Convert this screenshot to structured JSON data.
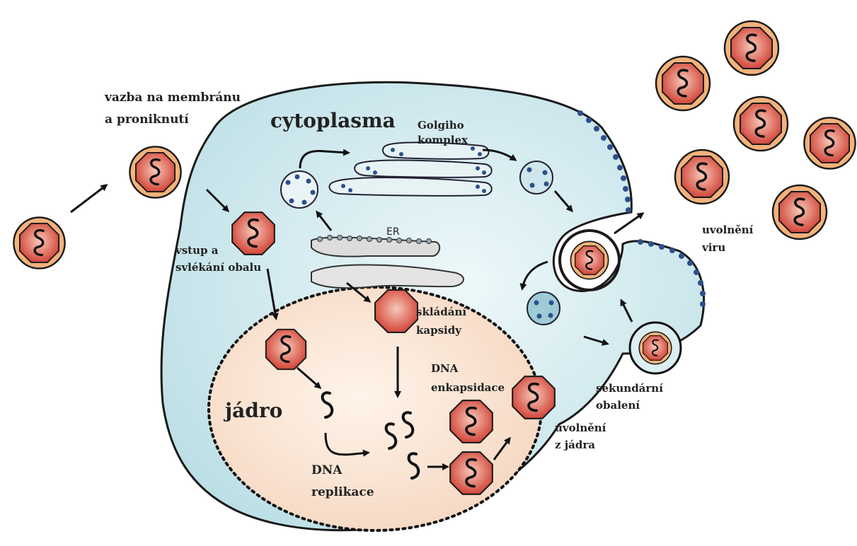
{
  "labels": {
    "membrane_binding": [
      "vazba na membránu",
      "a proniknutí"
    ],
    "cytoplasm": "cytoplasma",
    "golgi": [
      "Golgiho",
      "komplex"
    ],
    "er": "ER",
    "entry_uncoating": [
      "vstup a",
      "svlékání obalu"
    ],
    "capsid_assembly": [
      "skládání",
      "kapsidy"
    ],
    "nucleus": "jádro",
    "dna_encapsidation": [
      "DNA",
      "enkapsidace"
    ],
    "dna_replication": [
      "DNA",
      "replikace"
    ],
    "nuclear_release": [
      "uvolnění",
      "z jádra"
    ],
    "secondary_envelopment": [
      "sekundární",
      "obalení"
    ],
    "virus_release": [
      "uvolnění",
      "viru"
    ]
  },
  "colors": {
    "cell": "#cfe7ec",
    "cell_outline": "#1a1a1a",
    "nucleus": "#fbe6d6",
    "capsid": "#d94f3f",
    "envelope": "#f2b27a",
    "spike": "#2d4f8c",
    "organelle": "#eaf4f6"
  }
}
